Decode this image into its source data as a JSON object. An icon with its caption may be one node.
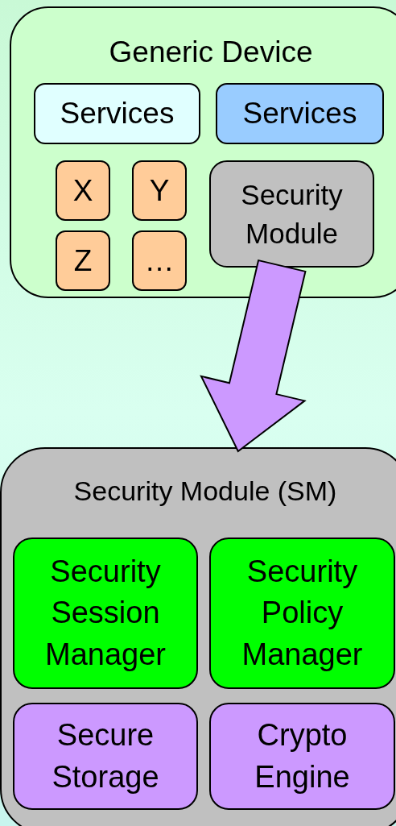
{
  "diagram": {
    "nodes": [
      {
        "text": [
          "Generic Device"
        ]
      },
      {
        "text": [
          "Services"
        ],
        "in": 0
      },
      {
        "text": [
          "Services"
        ],
        "in": 0
      },
      {
        "text": [
          "X"
        ],
        "in": 0
      },
      {
        "text": [
          "Y"
        ],
        "in": 0
      },
      {
        "text": [
          "Z"
        ],
        "in": 0
      },
      {
        "text": [
          "…"
        ],
        "in": 0
      },
      {
        "text": [
          "Security Module"
        ],
        "in": 0
      },
      {
        "text": [
          "Security Module (SM)"
        ]
      },
      {
        "text": [
          "Security Session Manager"
        ],
        "in": 8
      },
      {
        "text": [
          "Security Policy Manager"
        ],
        "in": 8
      },
      {
        "text": [
          "Secure Storage"
        ],
        "in": 8
      },
      {
        "text": [
          "Crypto Engine"
        ],
        "in": 8
      }
    ],
    "edges": [
      {
        "from": 7,
        "to": 8,
        "arrow": "to",
        "style": "thick",
        "color": "#cc99ff"
      }
    ]
  }
}
